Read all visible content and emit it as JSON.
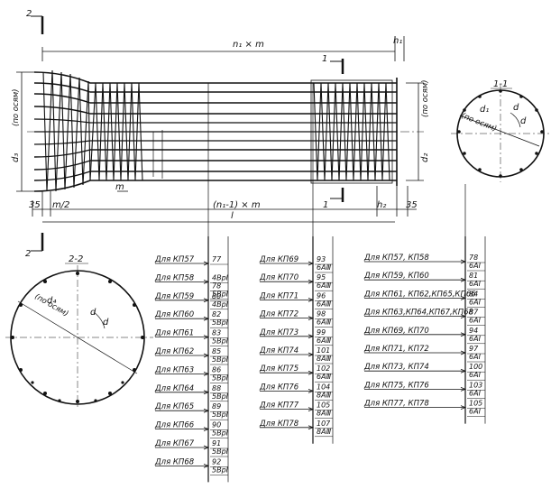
{
  "section_1_1": "1-1",
  "section_2_2": "2-2",
  "cut_marks": {
    "two": "2",
    "one": "1"
  },
  "dims": {
    "n1m": "n₁ × m",
    "h1": "h₁",
    "h2": "h₂",
    "d3": "d₃",
    "d2": "d₂",
    "d1": "d₁",
    "d4": "d₄",
    "po_osyam": "(по осям)",
    "m": "m",
    "m_half": "m/2",
    "n1m1": "(n₁-1) × m",
    "l": "l",
    "end_35": "35",
    "d": "d"
  },
  "column1": [
    {
      "label": "Для КП57",
      "values": [
        "77"
      ]
    },
    {
      "label": "Для КП58",
      "values": [
        "4ВрI",
        "78",
        "5ВрI"
      ]
    },
    {
      "label": "Для КП59",
      "values": [
        "80",
        "4ВрI"
      ]
    },
    {
      "label": "Для КП60",
      "values": [
        "82",
        "5ВрI"
      ]
    },
    {
      "label": "Для КП61",
      "values": [
        "83",
        "5ВрI"
      ]
    },
    {
      "label": "Для КП62",
      "values": [
        "85",
        "5ВрI"
      ]
    },
    {
      "label": "Для КП63",
      "values": [
        "86",
        "5ВрI"
      ]
    },
    {
      "label": "Для КП64",
      "values": [
        "88",
        "5ВрI"
      ]
    },
    {
      "label": "Для КП65",
      "values": [
        "89",
        "5ВрI"
      ]
    },
    {
      "label": "Для КП66",
      "values": [
        "90",
        "5ВрI"
      ]
    },
    {
      "label": "Для КП67",
      "values": [
        "91",
        "5ВрI"
      ]
    },
    {
      "label": "Для КП68",
      "values": [
        "92",
        "5ВрI"
      ]
    }
  ],
  "column2": [
    {
      "label": "Для КП69",
      "values": [
        "93",
        "6АⅢ"
      ]
    },
    {
      "label": "Для КП70",
      "values": [
        "95",
        "6АⅢ"
      ]
    },
    {
      "label": "Для КП71",
      "values": [
        "96",
        "6АⅢ"
      ]
    },
    {
      "label": "Для КП72",
      "values": [
        "98",
        "6АⅢ"
      ]
    },
    {
      "label": "Для КП73",
      "values": [
        "99",
        "6АⅢ"
      ]
    },
    {
      "label": "Для КП74",
      "values": [
        "101",
        "8АⅢ"
      ]
    },
    {
      "label": "Для КП75",
      "values": [
        "102",
        "6АⅢ"
      ]
    },
    {
      "label": "Для КП76",
      "values": [
        "104",
        "8АⅢ"
      ]
    },
    {
      "label": "Для КП77",
      "values": [
        "105",
        "8АⅢ"
      ]
    },
    {
      "label": "Для КП78",
      "values": [
        "107",
        "8АⅢ"
      ]
    }
  ],
  "column3": [
    {
      "label": "Для КП57, КП58",
      "values": [
        "78",
        "6АI"
      ]
    },
    {
      "label": "Для КП59, КП60",
      "values": [
        "81",
        "6АI"
      ]
    },
    {
      "label": "Для КП61, КП62,КП65,КП66",
      "values": [
        "84",
        "6АI"
      ]
    },
    {
      "label": "Для КП63,КП64,КП67,КП68",
      "values": [
        "87",
        "6АI"
      ]
    },
    {
      "label": "Для КП69, КП70",
      "values": [
        "94",
        "6АI"
      ]
    },
    {
      "label": "Для КП71, КП72",
      "values": [
        "97",
        "6АI"
      ]
    },
    {
      "label": "Для КП73, КП74",
      "values": [
        "100",
        "6АI"
      ]
    },
    {
      "label": "Для КП75, КП76",
      "values": [
        "103",
        "6АI"
      ]
    },
    {
      "label": "Для КП77, КП78",
      "values": [
        "105",
        "6АI"
      ]
    }
  ]
}
